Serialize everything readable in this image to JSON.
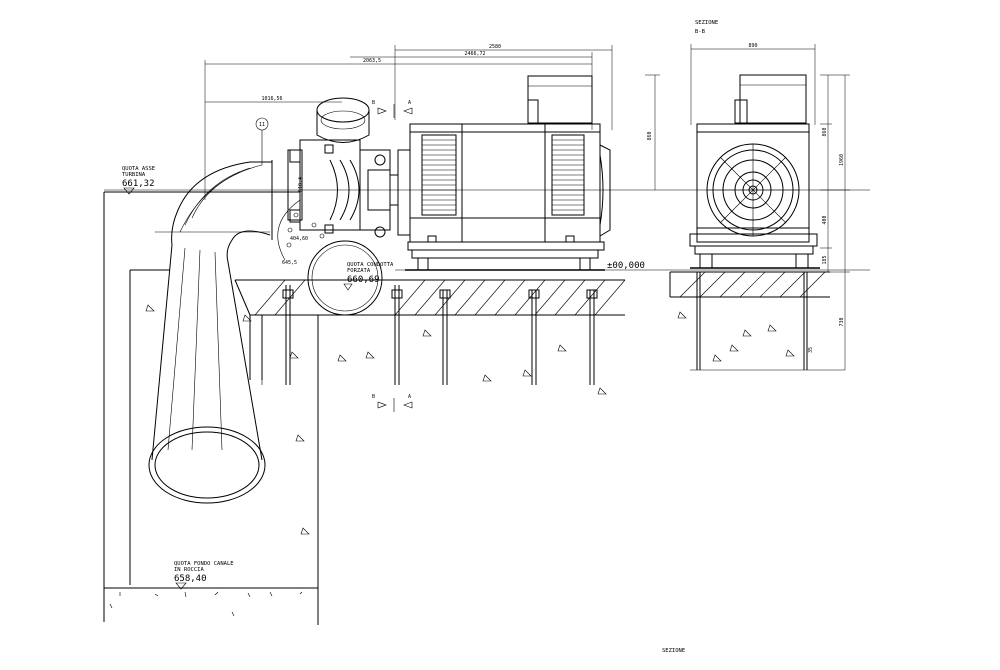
{
  "labels": {
    "section_title": "SEZIONE",
    "section_id": "B-B",
    "section_title_bottom": "SEZIONE",
    "turbine_axis_label_1": "QUOTA ASSE",
    "turbine_axis_label_2": "TURBINA",
    "turbine_axis_value": "661,32",
    "penstock_label_1": "QUOTA CONDOTTA",
    "penstock_label_2": "FORZATA",
    "penstock_value": "660,69",
    "canal_label_1": "QUOTA FONDO CANALE",
    "canal_label_2": "IN ROCCIA",
    "canal_value": "658,40",
    "datum_value": "±00,000",
    "callout_number": "11",
    "section_mark_b": "B",
    "section_mark_a": "A"
  },
  "dimensions": {
    "d_2580": "2580",
    "d_2466": "2466,72",
    "d_2063": "2063,5",
    "d_1016": "1016,56",
    "d_890": "890",
    "d_860": "860",
    "d_860b": "860",
    "d_1960": "1960",
    "d_400": "400",
    "d_185": "185",
    "d_730": "730",
    "d_35": "35",
    "d_40460": "404,60",
    "d_645": "645,5",
    "d_610": "610,4"
  }
}
